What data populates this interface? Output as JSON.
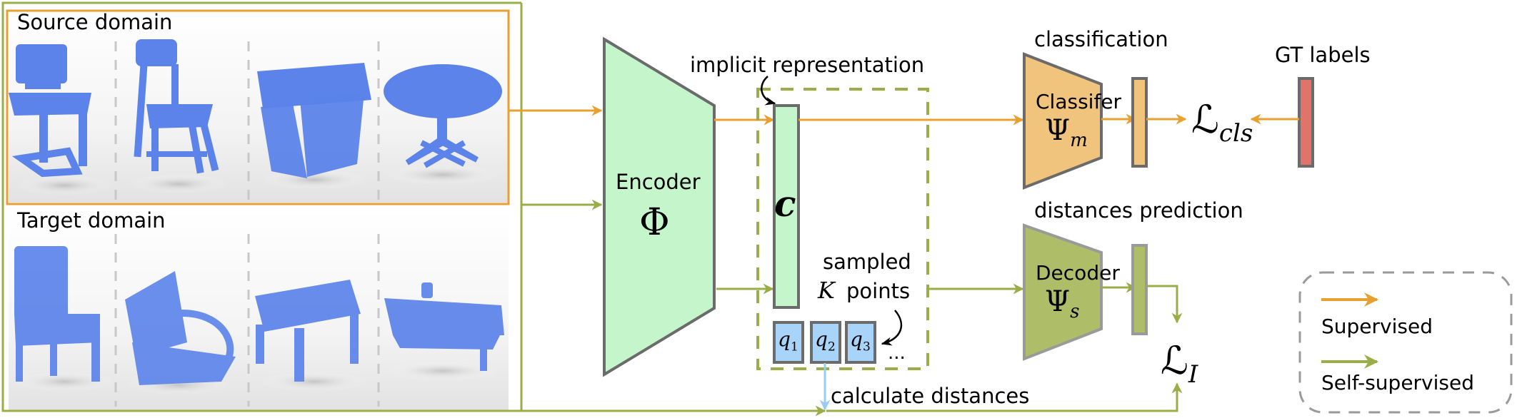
{
  "figure": {
    "source_domain": {
      "label": "Source domain",
      "items": [
        "chair",
        "folding chair",
        "table",
        "round table"
      ]
    },
    "target_domain": {
      "label": "Target domain",
      "items": [
        "chair",
        "armchair",
        "table",
        "table"
      ]
    },
    "encoder": {
      "label": "Encoder",
      "symbol": "Φ"
    },
    "implicit_representation": {
      "label": "implicit representation",
      "symbol": "c"
    },
    "sampled_points": {
      "label_line1": "sampled",
      "k_symbol": "K",
      "label_line2": "points",
      "queries": [
        {
          "base": "q",
          "sub": "1"
        },
        {
          "base": "q",
          "sub": "2"
        },
        {
          "base": "q",
          "sub": "3"
        }
      ],
      "ellipsis": "..."
    },
    "calculate_distances": "calculate distances",
    "classification": {
      "title": "classification",
      "block_label": "Classifer",
      "symbol": "Ψ",
      "subscript": "m"
    },
    "distances_prediction": {
      "title": "distances prediction",
      "block_label": "Decoder",
      "symbol": "Ψ",
      "subscript": "s"
    },
    "gt_labels": "GT labels",
    "loss_cls": {
      "symbol": "ℒ",
      "subscript": "cls"
    },
    "loss_i": {
      "symbol": "ℒ",
      "subscript": "I"
    },
    "legend": {
      "items": [
        {
          "label": "Supervised",
          "color": "#E8A030"
        },
        {
          "label": "Self-supervised",
          "color": "#9AAE48"
        }
      ]
    },
    "colors": {
      "supervised": "#E8A030",
      "self_supervised": "#9AAE48",
      "encoder_fill": "#C5F5CB",
      "classifier_fill": "#F0C47C",
      "decoder_fill": "#AEBE68",
      "query_fill": "#A8D4FA",
      "gt_fill": "#E2736A",
      "point_cloud": "#5B83EA",
      "distance_arrow": "#9ACBF5",
      "outline": "#6B6B6B"
    }
  }
}
